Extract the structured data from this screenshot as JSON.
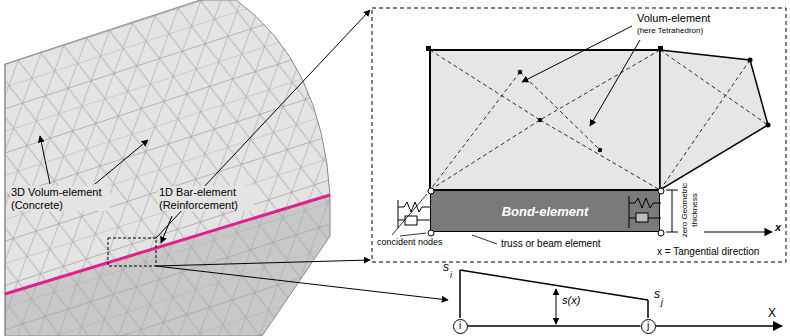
{
  "diagram": {
    "nodes": [
      {
        "text": [
          "Bond-element"
        ]
      },
      {
        "text": [
          "i"
        ]
      },
      {
        "text": [
          "j"
        ]
      }
    ],
    "edges": [
      {
        "from": 1,
        "to": 2,
        "arrow": "none"
      }
    ],
    "labels": [
      "3D Volum-element (Concrete)",
      "1D Bar-element (Reinforcement)",
      "Volum-element",
      "(here Tetrahedron)",
      "zero Geometric thickness",
      "concident nodes",
      "truss or beam element",
      "x",
      "x = Tangential direction",
      "s",
      "i",
      "s(x)",
      "s",
      "j",
      "X"
    ]
  }
}
